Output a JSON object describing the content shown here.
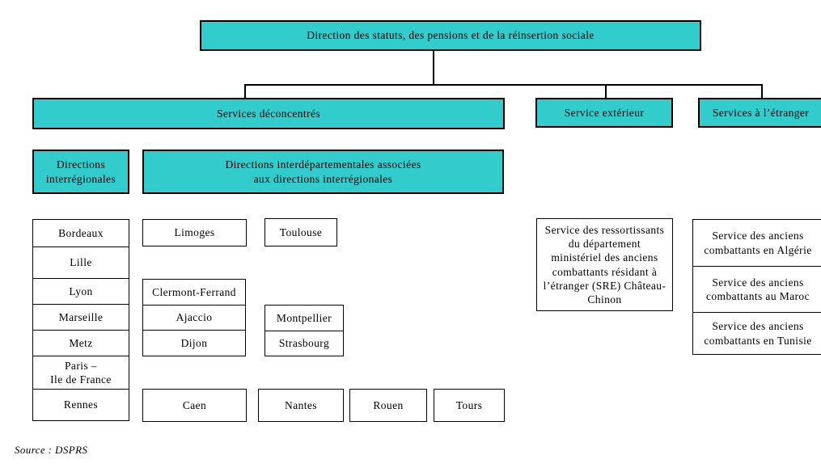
{
  "colors": {
    "box_fill_teal": "#33CCCC",
    "box_border": "#000000",
    "page_background": "#FFFFFF"
  },
  "root": {
    "label": "Direction des statuts, des pensions et de la réinsertion sociale"
  },
  "level2": {
    "services_deconcentres": "Services déconcentrés",
    "service_exterieur": "Service extérieur",
    "services_a_l_etranger": "Services à l’étranger"
  },
  "level3": {
    "directions_interregionales": "Directions\ninterrégionales",
    "directions_interdepartementales": "Directions interdépartementales associées\naux directions interrégionales"
  },
  "interregional_cities": [
    "Bordeaux",
    "Lille",
    "Lyon",
    "Marseille",
    "Metz",
    "Paris –\nIle de France",
    "Rennes"
  ],
  "interdepartemental_cities": {
    "limoges": "Limoges",
    "toulouse": "Toulouse",
    "centre_group": [
      "Clermont-Ferrand",
      "Ajaccio",
      "Dijon"
    ],
    "est_group": [
      "Montpellier",
      "Strasbourg"
    ],
    "caen": "Caen",
    "nantes": "Nantes",
    "rouen": "Rouen",
    "tours": "Tours"
  },
  "service_exterieur_detail": "Service des ressortissants\ndu département\nministériel des anciens\ncombattants résidant à\nl’étranger (SRE) Château-\nChinon",
  "services_etranger_detail": [
    "Service des anciens\ncombattants en Algérie",
    "Service des anciens\ncombattants au Maroc",
    "Service des anciens\ncombattants en Tunisie"
  ],
  "source_note": "Source : DSPRS"
}
